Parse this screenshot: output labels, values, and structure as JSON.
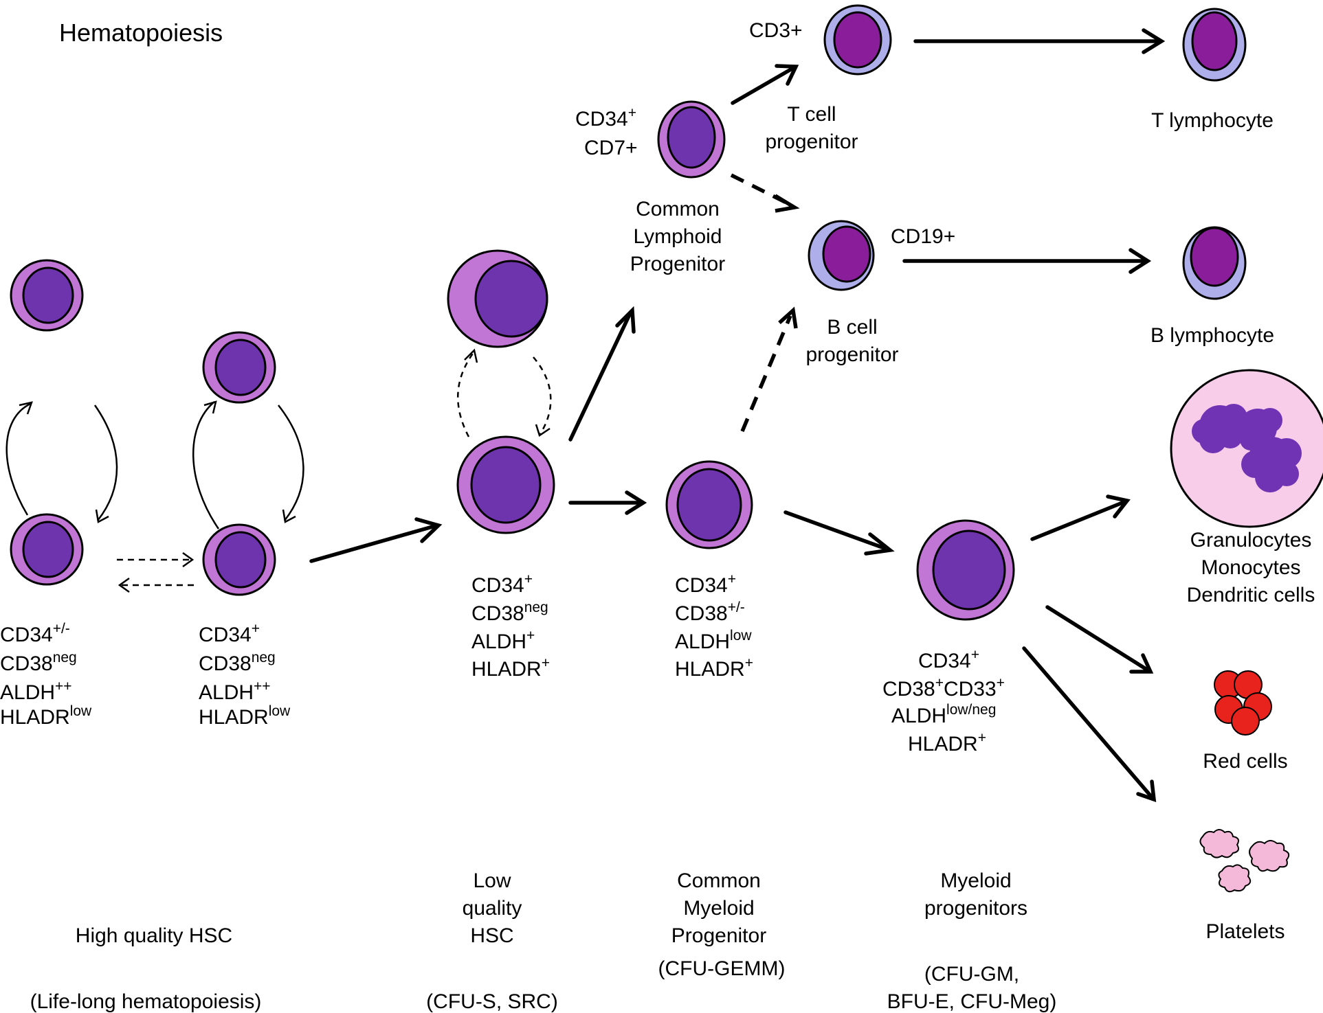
{
  "title": "Hematopoiesis",
  "colors": {
    "cell_outer": "#c176d6",
    "cell_nucleus": "#6e34ad",
    "lymph_outer": "#aeaeea",
    "lymph_nucleus": "#8a1e9a",
    "granulocyte_bg": "#f7cdea",
    "granulocyte_nucleus": "#6f33b4",
    "red_cell": "#e8231d",
    "platelet": "#f4b8d8",
    "stroke": "#000000"
  },
  "markers": {
    "hsc_a": [
      {
        "base": "CD34",
        "sup": "+/-"
      },
      {
        "base": "CD38",
        "sup": "neg"
      },
      {
        "base": "ALDH",
        "sup": "++"
      },
      {
        "base": "HLADR",
        "sup": "low"
      }
    ],
    "hsc_b": [
      {
        "base": "CD34",
        "sup": "+"
      },
      {
        "base": "CD38",
        "sup": "neg"
      },
      {
        "base": "ALDH",
        "sup": "++"
      },
      {
        "base": "HLADR",
        "sup": "low"
      }
    ],
    "lq_hsc": [
      {
        "base": "CD34",
        "sup": "+"
      },
      {
        "base": "CD38",
        "sup": "neg"
      },
      {
        "base": "ALDH",
        "sup": "+"
      },
      {
        "base": "HLADR",
        "sup": "+"
      }
    ],
    "cmp": [
      {
        "base": "CD34",
        "sup": "+"
      },
      {
        "base": "CD38",
        "sup": "+/-"
      },
      {
        "base": "ALDH",
        "sup": "low"
      },
      {
        "base": "HLADR",
        "sup": "+"
      }
    ],
    "myeloid": {
      "line1_base": "CD34",
      "line1_sup": "+",
      "line2_a": "CD38",
      "line2_a_sup": "+",
      "line2_b": "CD33",
      "line2_b_sup": "+",
      "line3_base": "ALDH",
      "line3_sup": "low/neg",
      "line4_base": "HLADR",
      "line4_sup": "+"
    },
    "clp": {
      "line1_base": "CD34",
      "line1_sup": "+",
      "line2": "CD7+"
    },
    "t_prog": "CD3+",
    "b_prog": "CD19+"
  },
  "labels": {
    "clp": [
      "Common",
      "Lymphoid",
      "Progenitor"
    ],
    "t_prog": [
      "T cell",
      "progenitor"
    ],
    "b_prog": [
      "B cell",
      "progenitor"
    ],
    "t_lymph": "T lymphocyte",
    "b_lymph": "B lymphocyte",
    "gran": [
      "Granulocytes",
      "Monocytes",
      "Dendritic cells"
    ],
    "red": "Red cells",
    "platelets": "Platelets"
  },
  "bottom": {
    "hq_hsc": "High quality HSC",
    "hq_hsc_sub": "(Life-long hematopoiesis)",
    "lq_hsc": [
      "Low",
      "quality",
      "HSC"
    ],
    "lq_hsc_sub": "(CFU-S, SRC)",
    "cmp": [
      "Common",
      "Myeloid",
      "Progenitor"
    ],
    "cmp_sub": "(CFU-GEMM)",
    "mp": [
      "Myeloid",
      "progenitors"
    ],
    "mp_sub": [
      "(CFU-GM,",
      "BFU-E, CFU-Meg)"
    ]
  }
}
